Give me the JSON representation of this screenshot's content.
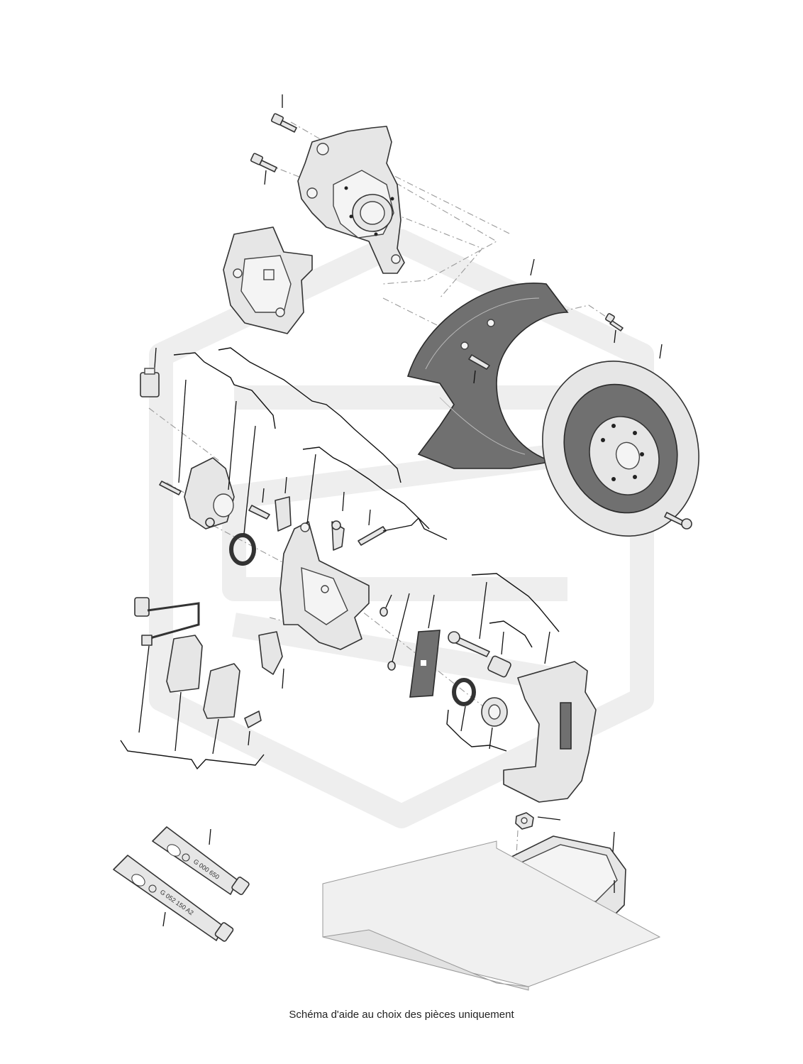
{
  "caption": "Schéma d'aide au choix des pièces uniquement",
  "tubes": {
    "upper_label": "G 000 650",
    "lower_label": "G 052 150 A2"
  },
  "colors": {
    "watermark": "#eeeeee",
    "part_fill": "#e6e6e6",
    "part_dark": "#707070",
    "outline": "#333333"
  },
  "icons": [
    "vw-logo-icon"
  ]
}
